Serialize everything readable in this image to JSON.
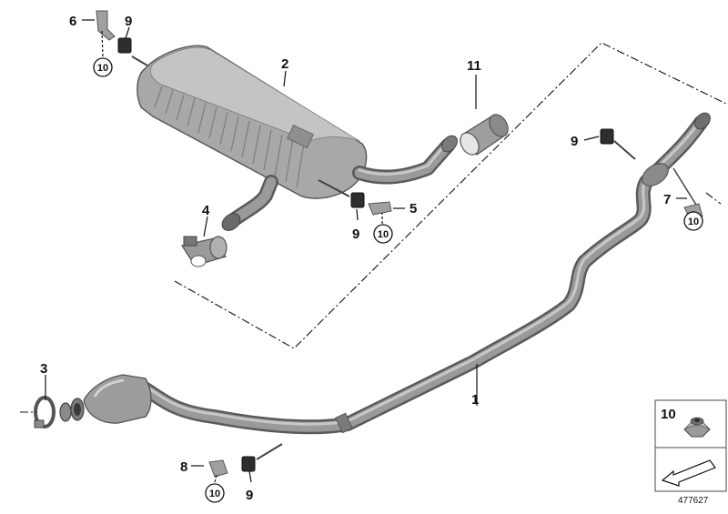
{
  "diagram": {
    "reference_number": "477627",
    "callouts": {
      "c1": "1",
      "c2": "2",
      "c3": "3",
      "c4": "4",
      "c5": "5",
      "c6": "6",
      "c7": "7",
      "c8": "8",
      "c9a": "9",
      "c9b": "9",
      "c9c": "9",
      "c9d": "9",
      "c10a": "10",
      "c10b": "10",
      "c10c": "10",
      "c10d": "10",
      "c10e": "10",
      "c11": "11"
    },
    "legend": {
      "label": "10"
    }
  }
}
